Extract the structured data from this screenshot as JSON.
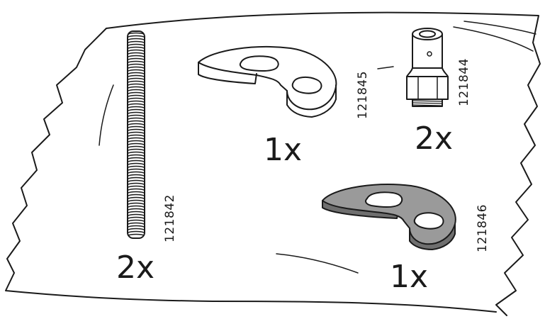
{
  "parts": [
    {
      "id": "threaded-rod",
      "part_number": "121842",
      "quantity": "2x"
    },
    {
      "id": "horseshoe-bracket",
      "part_number": "121845",
      "quantity": "1x"
    },
    {
      "id": "threaded-nut",
      "part_number": "121844",
      "quantity": "2x"
    },
    {
      "id": "horseshoe-washer",
      "part_number": "121846",
      "quantity": "1x"
    }
  ],
  "colors": {
    "ink": "#1a1a1a",
    "paper": "#ffffff",
    "washer_fill": "#9a9a9a",
    "washer_edge": "#6f6f6f"
  }
}
